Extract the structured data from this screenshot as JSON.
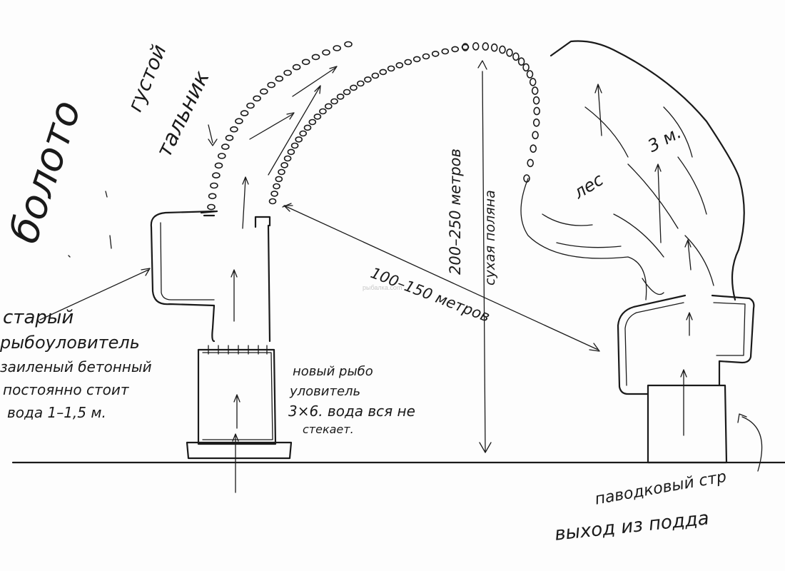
{
  "labels": {
    "swamp": "болото",
    "dense": "густой",
    "reeds": "тальник",
    "old_trap_1": "старый",
    "old_trap_2": "рыбоуловитель",
    "old_trap_3": "заиленый бетонный",
    "old_trap_4": "постоянно стоит",
    "old_trap_5": "вода 1–1,5 м.",
    "new_trap_1": "новый рыбо",
    "new_trap_2": "уловитель",
    "new_trap_3": "3×6. вода вся не",
    "new_trap_4": "стекает.",
    "dist_100": "100–150 метров",
    "dist_200": "200–250 метров",
    "dry_field": "сухая поляна",
    "forest": "лес",
    "forest_h": "3 м.",
    "flood_1": "паводковый стр",
    "flood_2": "выход из подда",
    "watermark": "рыбалка.com"
  }
}
